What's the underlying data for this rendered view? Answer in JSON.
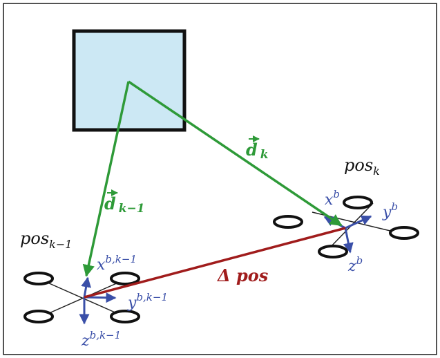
{
  "labels": {
    "d_k": {
      "base": "d",
      "sub": "k"
    },
    "d_k_minus_1": {
      "base": "d",
      "sub": "k−1"
    },
    "pos_k": {
      "base": "pos",
      "sub": "k"
    },
    "pos_k_minus_1": {
      "base": "pos",
      "sub": "k−1"
    },
    "delta_pos": "Δ pos",
    "x_b": {
      "base": "x",
      "sup": "b"
    },
    "y_b": {
      "base": "y",
      "sup": "b"
    },
    "z_b": {
      "base": "z",
      "sup": "b"
    },
    "x_b_k_minus_1": {
      "base": "x",
      "sup": "b,k−1"
    },
    "y_b_k_minus_1": {
      "base": "y",
      "sup": "b,k−1"
    },
    "z_b_k_minus_1": {
      "base": "z",
      "sup": "b,k−1"
    }
  },
  "colors": {
    "frame": "#1a1a1a",
    "target_fill": "#cce8f4",
    "target_border": "#111111",
    "vector_green": "#2e9a38",
    "delta_red": "#a01c1c",
    "axis_blue": "#3a4fa8",
    "text_dark": "#111111"
  }
}
